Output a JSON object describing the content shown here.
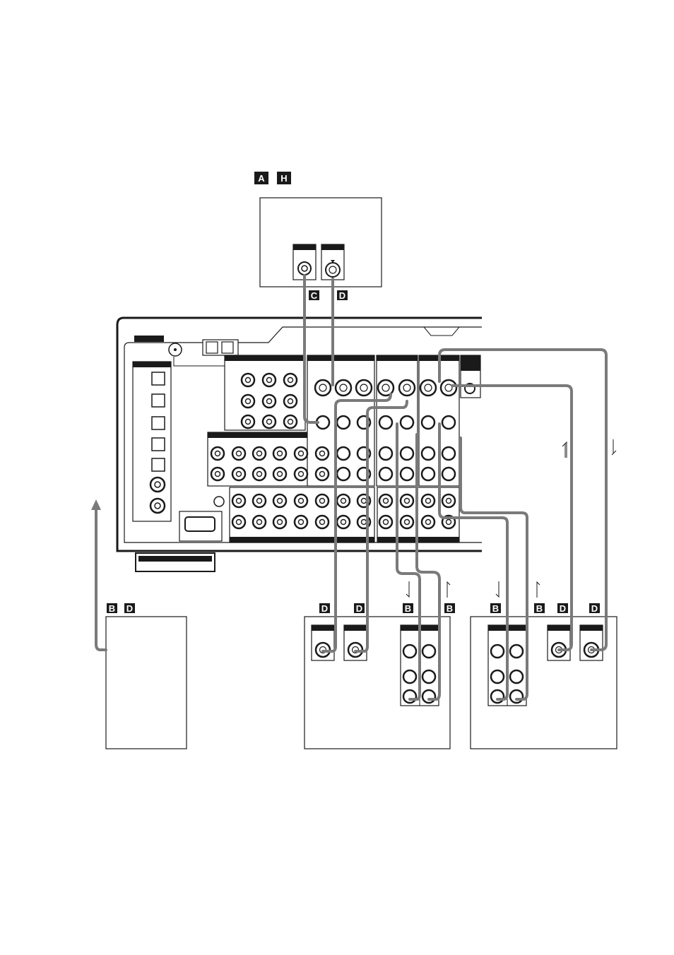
{
  "labels": {
    "top_a": "A",
    "top_h": "H",
    "tv_c": "C",
    "tv_d": "D",
    "left_b": "B",
    "left_d": "D",
    "mid_d1": "D",
    "mid_d2": "D",
    "mid_b1": "B",
    "mid_b2": "B",
    "right_b1": "B",
    "right_b2": "B",
    "right_d1": "D",
    "right_d2": "D"
  },
  "colors": {
    "cable": "#7a7a7a",
    "outline": "#1a1a1a",
    "label_bg": "#1a1a1a",
    "label_text": "#ffffff"
  }
}
